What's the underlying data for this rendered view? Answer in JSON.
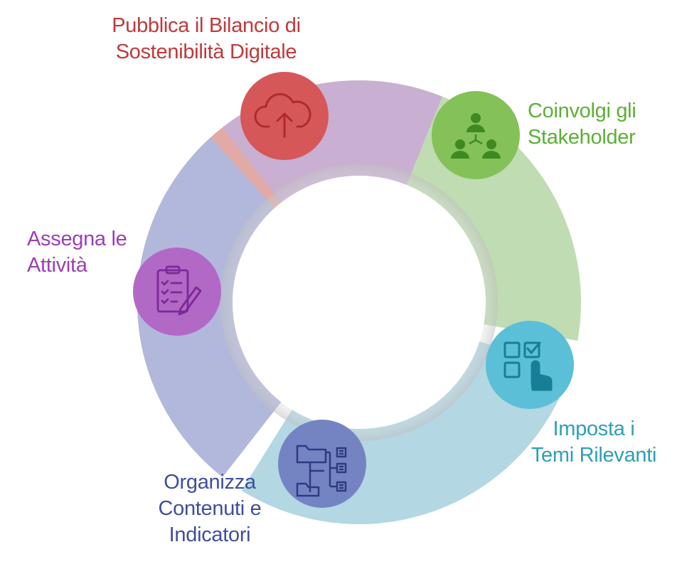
{
  "steps": [
    {
      "id": "publish",
      "line1": "Pubblica il Bilancio di",
      "line2": "Sostenibilità Digitale",
      "icon": "cloud-upload-icon",
      "color": "#c0393b",
      "circle": "#d65758",
      "arc": "#e1aaa6"
    },
    {
      "id": "stakeholder",
      "line1": "Coinvolgi gli",
      "line2": "Stakeholder",
      "icon": "people-network-icon",
      "color": "#5caf36",
      "circle": "#84c158",
      "arc": "#bfdcb3"
    },
    {
      "id": "temi",
      "line1": "Imposta i",
      "line2": "Temi Rilevanti",
      "icon": "checklist-touch-icon",
      "color": "#2e9eb8",
      "circle": "#5bbfd8",
      "arc": "#b3d7e3"
    },
    {
      "id": "organizza",
      "line1": "Organizza",
      "line2": "Contenuti e",
      "line3": "Indicatori",
      "icon": "folder-hierarchy-icon",
      "color": "#3f4e9c",
      "circle": "#7484c3",
      "arc": "#b2b8dc"
    },
    {
      "id": "assegna",
      "line1": "Assegna le",
      "line2": "Attività",
      "icon": "clipboard-pen-icon",
      "color": "#9b3fb5",
      "circle": "#b269c6",
      "arc": "#c9afd2"
    }
  ]
}
